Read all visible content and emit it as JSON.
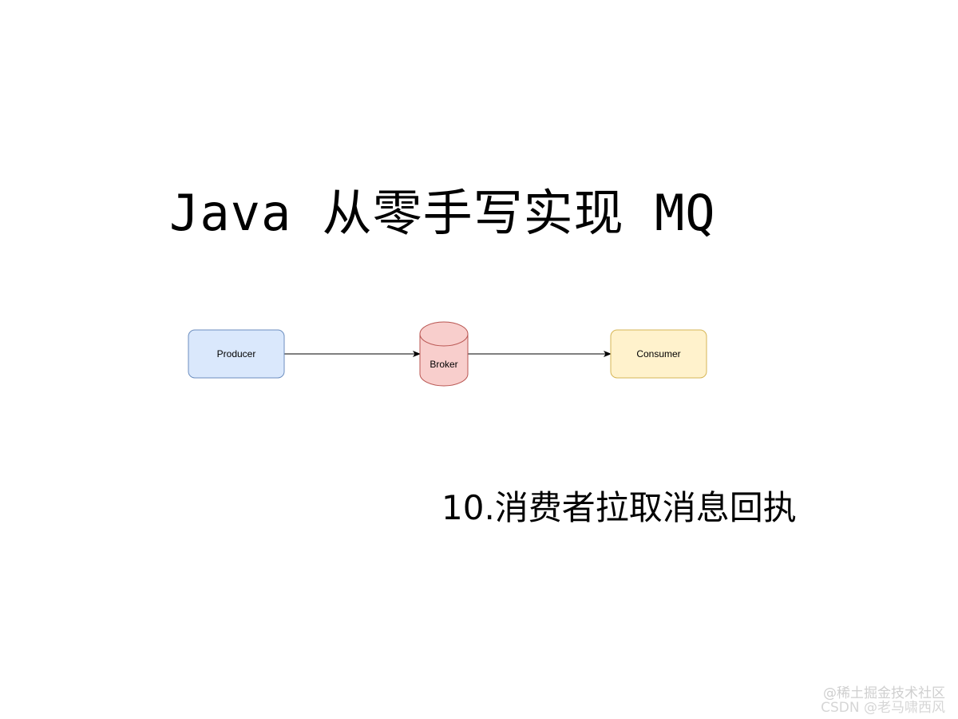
{
  "title": "Java 从零手写实现 MQ",
  "subtitle": "10.消费者拉取消息回执",
  "diagram": {
    "nodes": [
      {
        "id": "producer",
        "label": "Producer",
        "shape": "rounded-rect",
        "fill": "#dae8fc",
        "stroke": "#6c8ebf"
      },
      {
        "id": "broker",
        "label": "Broker",
        "shape": "cylinder",
        "fill": "#f8cecc",
        "stroke": "#b85450"
      },
      {
        "id": "consumer",
        "label": "Consumer",
        "shape": "rounded-rect",
        "fill": "#fff2cc",
        "stroke": "#d6b656"
      }
    ],
    "edges": [
      {
        "from": "producer",
        "to": "broker"
      },
      {
        "from": "broker",
        "to": "consumer"
      }
    ]
  },
  "watermark": {
    "line1": "@稀土掘金技术社区",
    "line2": "CSDN @老马啸西风"
  }
}
